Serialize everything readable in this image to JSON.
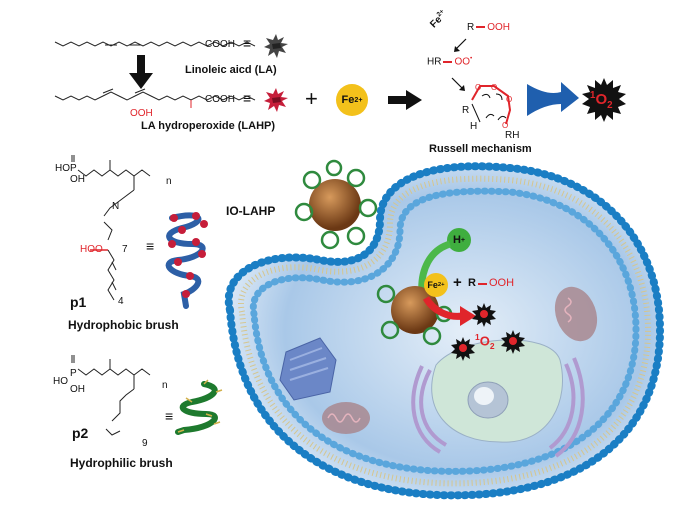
{
  "top_scheme": {
    "la": {
      "cooh": "COOH",
      "equiv": "≡",
      "label": "Linoleic aicd (LA)",
      "icon": "gray-star-icon"
    },
    "lahp": {
      "cooh": "COOH",
      "ooh": "OOH",
      "equiv": "≡",
      "label": "LA hydroperoxide (LAHP)",
      "icon": "red-star-icon"
    },
    "plus": "+",
    "fe_badge": {
      "base": "Fe",
      "sup": "2+"
    },
    "russell": {
      "fe_base": "Fe",
      "fe_sup": "2+",
      "r_ooh_r": "R",
      "r_ooh_ooh": "OOH",
      "hr": "HR",
      "oo": "OO",
      "oo_sup": "•",
      "ring_r": "R",
      "ring_h": "H",
      "ring_rh": "RH",
      "label": "Russell mechanism"
    },
    "singlet_oxygen": {
      "pre": "1",
      "base": "O",
      "sub": "2"
    }
  },
  "p1": {
    "tag": "p1",
    "label": "Hydrophobic brush",
    "equiv": "≡",
    "chem": {
      "ho": "HO",
      "oh": "OH",
      "o": "O",
      "n": "n",
      "h": "H",
      "n_amide": "N",
      "hoo": "HOO",
      "seven": "7",
      "four": "4",
      "p": "P"
    }
  },
  "p2": {
    "tag": "p2",
    "label": "Hydrophilic brush",
    "equiv": "≡",
    "chem": {
      "ho": "HO",
      "oh": "OH",
      "o": "O",
      "n": "n",
      "nine": "9",
      "p": "P"
    }
  },
  "cell": {
    "nanoparticle_label": "IO-LAHP",
    "h_plus": {
      "base": "H",
      "sup": "+"
    },
    "fe": {
      "base": "Fe",
      "sup": "2+"
    },
    "plus": "+",
    "r": "R",
    "ooh": "OOH",
    "singlet_oxygen": {
      "pre": "1",
      "base": "O",
      "sub": "2"
    }
  },
  "colors": {
    "red": "#e0252b",
    "fe_yellow": "#f3c11b",
    "h_green": "#3fae3f",
    "blue_arrow": "#1f5fae",
    "membrane_blue": "#1a7ec4",
    "cytoplasm": "#cfe2f3",
    "nucleus": "#cfe6d8"
  }
}
